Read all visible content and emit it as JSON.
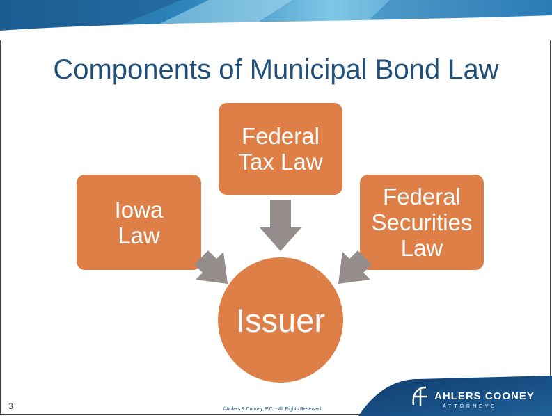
{
  "slide": {
    "title": "Components of Municipal Bond Law",
    "page_number": "3",
    "copyright": "©Ahlers & Cooney, P.C. - All Rights Reserved"
  },
  "diagram": {
    "nodes": {
      "iowa": "Iowa\nLaw",
      "federal_tax": "Federal\nTax Law",
      "federal_securities": "Federal\nSecurities\nLaw",
      "issuer": "Issuer"
    }
  },
  "logo": {
    "name": "AHLERS COONEY",
    "sub": "ATTORNEYS"
  },
  "colors": {
    "node_fill": "#dd7f47",
    "arrow_fill": "#958d8b",
    "title_color": "#1f4f7a",
    "banner_dark": "#1b5f95",
    "banner_light": "#7fc7e6"
  }
}
